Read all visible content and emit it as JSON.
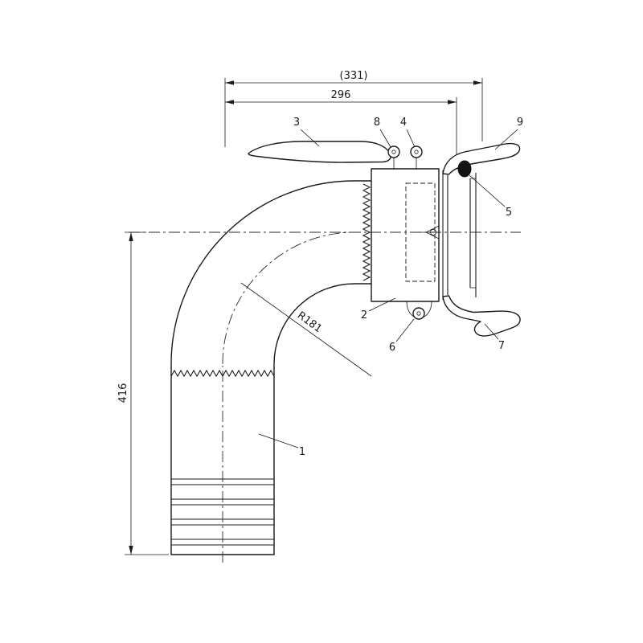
{
  "drawing": {
    "background": "#ffffff",
    "line_color": "#1a1a1a",
    "dimensions": {
      "overall_width": "(331)",
      "coupling_width": "296",
      "overall_height": "416",
      "bend_radius": "R181"
    },
    "callouts": {
      "hose_shank": "1",
      "coupler_body": "2",
      "cam_handle": "3",
      "cam_pin_right": "4",
      "gasket": "5",
      "pin_bottom": "6",
      "lever_bottom": "7",
      "cam_pin_left": "8",
      "lever_top": "9"
    }
  }
}
